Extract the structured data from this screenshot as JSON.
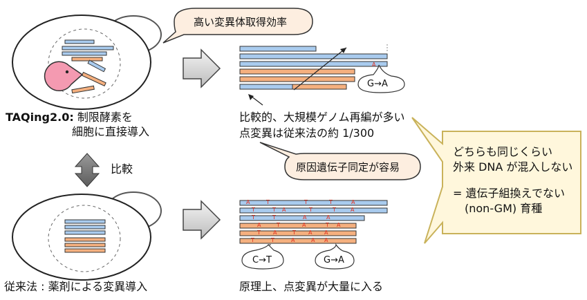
{
  "taqing": {
    "label_bold": "TAQing2.0:",
    "label_rest": "制限酵素を",
    "label_line2": "細胞に直接導入"
  },
  "conventional": {
    "label": "従来法 : 薬剤による変異導入"
  },
  "compare": {
    "label": "比較"
  },
  "bubbles": {
    "high_efficiency": "高い変異体取得効率",
    "easy_identification": "原因遺伝子同定が容易"
  },
  "result_top": {
    "line1": "比較的、大規模ゲノム再編が多い",
    "line2": "点変異は従来法の約 1/300",
    "mutation_label": "G→A"
  },
  "result_bottom": {
    "line1": "原理上、点変異が大量に入る",
    "mutation_label_left": "C→T",
    "mutation_label_right": "G→A",
    "rows": [
      {
        "letters": [
          "A",
          "T",
          "T",
          "T",
          "A"
        ]
      },
      {
        "letters": [
          "T",
          "T",
          "A",
          "T",
          "T",
          "A"
        ]
      },
      {
        "letters": [
          "T",
          "T",
          "A",
          "A"
        ]
      },
      {
        "letters": [
          "A",
          "T",
          "A",
          "T",
          "A"
        ]
      },
      {
        "letters": [
          "T",
          "A",
          "T",
          "A",
          "A"
        ]
      },
      {
        "letters": [
          "T",
          "T",
          "A",
          "A",
          "A"
        ]
      }
    ]
  },
  "callout": {
    "line1": "どちらも同じくらい",
    "line2": "外来 DNA が混入しない",
    "line3": "= 遺伝子組換えでない",
    "line4": "(non-GM) 育種"
  },
  "colors": {
    "blue": "#a9cbee",
    "orange": "#f5b07f",
    "pink": "#f49ab1",
    "bubble_fill": "#fdeee0",
    "callout_fill": "#fff7dc",
    "callout_border": "#c9b25a",
    "mutation_red": "#e0301e"
  }
}
